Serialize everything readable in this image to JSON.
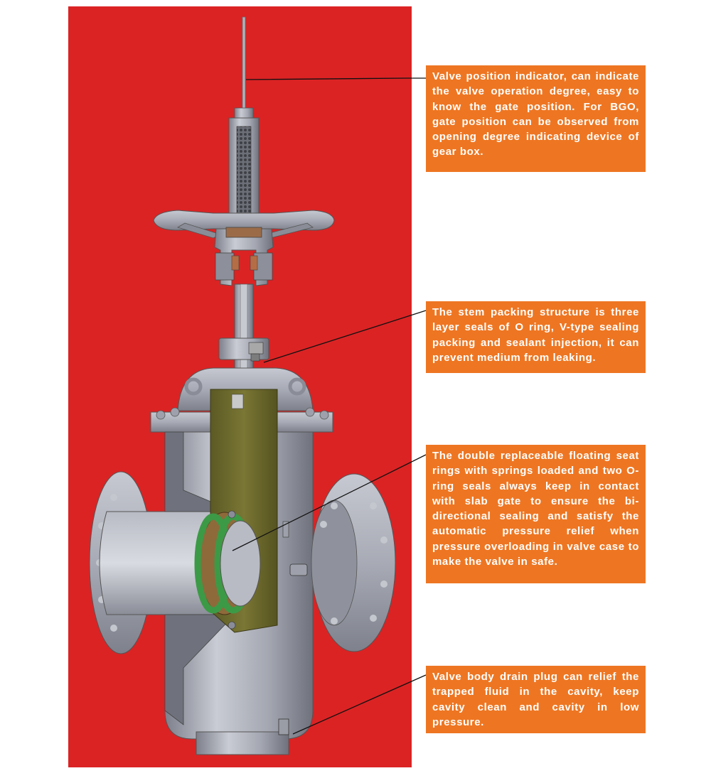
{
  "colors": {
    "panel_background": "#db2324",
    "callout_background": "#ee7622",
    "callout_text": "#ffffff",
    "valve_metal": "#a9acb6",
    "gate": "#6e6a2e",
    "seat_seal": "#3c9a46",
    "seat_ring": "#8e6a3a"
  },
  "callouts": [
    {
      "text": "Valve position indicator, can indicate the valve operation degree, easy to know the gate position. For BGO, gate position can be observed from opening degree indicating device of gear box."
    },
    {
      "text": "The stem packing structure is three layer seals of O ring, V-type sealing packing and sealant injection, it can prevent medium from leaking."
    },
    {
      "text": "The double replaceable floating seat rings with springs loaded and two O-ring seals always keep in contact with slab gate to ensure the bi-directional sealing and satisfy the automatic pressure relief when pressure overloading in valve case to make the valve in safe."
    },
    {
      "text": "Valve body drain plug can relief the trapped fluid in the cavity, keep cavity clean and cavity in low pressure."
    }
  ]
}
